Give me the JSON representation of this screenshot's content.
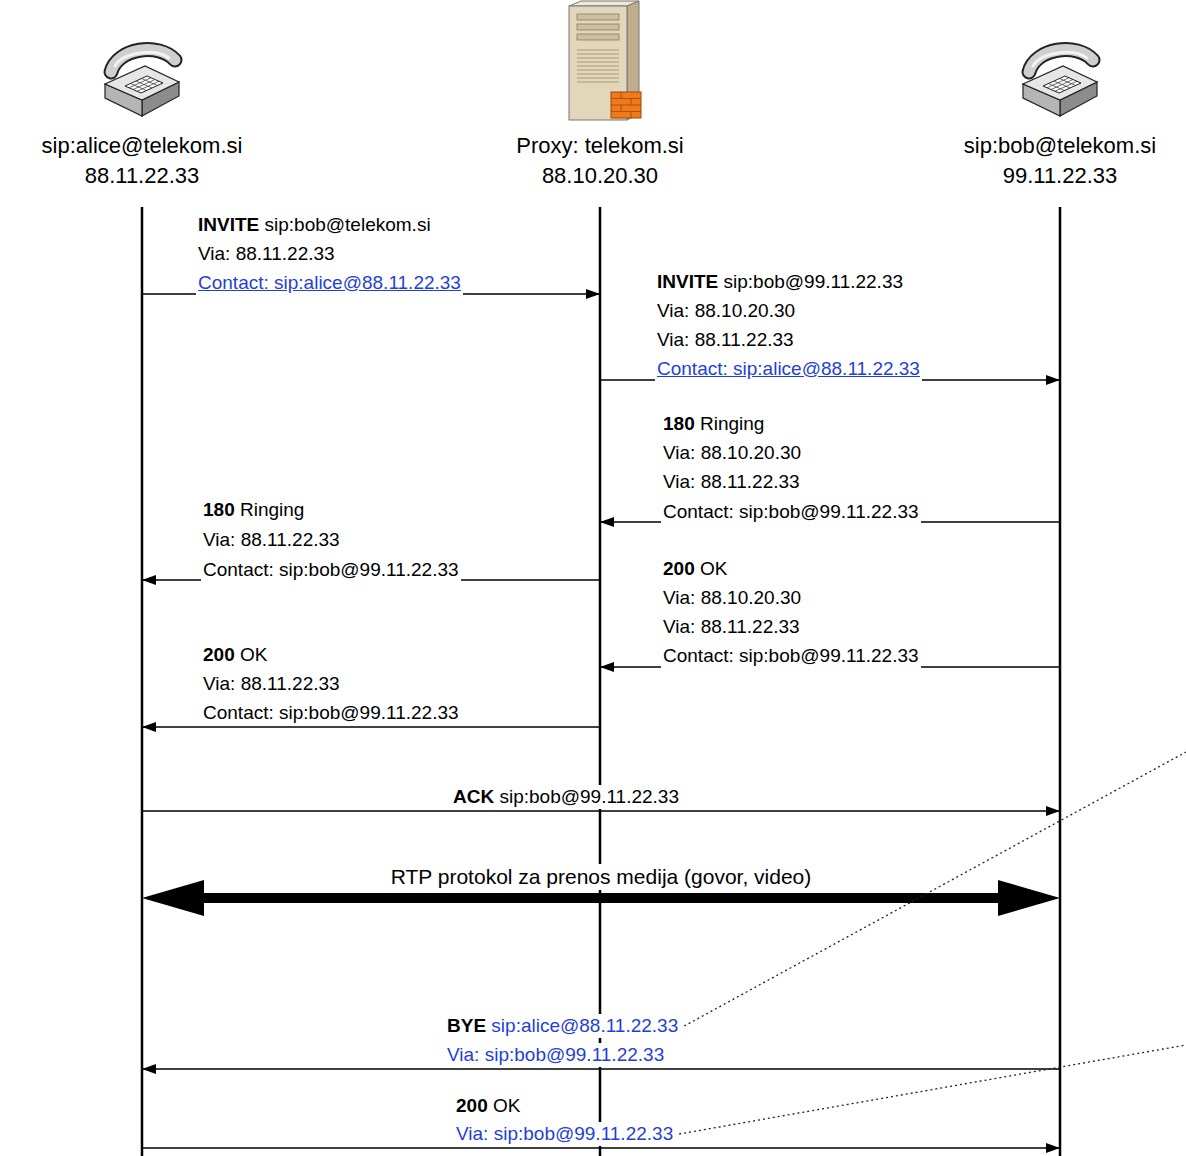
{
  "diagram": {
    "nodes": [
      {
        "text": [
          "sip:alice@telekom.si",
          "88.11.22.33"
        ]
      },
      {
        "text": [
          "Proxy: telekom.si",
          "88.10.20.30"
        ]
      },
      {
        "text": [
          "sip:bob@telekom.si",
          "99.11.22.33"
        ]
      }
    ],
    "edges": [
      {
        "from": 0,
        "to": 1,
        "arrow": "to"
      },
      {
        "from": 1,
        "to": 2,
        "arrow": "to"
      },
      {
        "from": 2,
        "to": 1,
        "arrow": "to"
      },
      {
        "from": 1,
        "to": 0,
        "arrow": "to"
      },
      {
        "from": 2,
        "to": 1,
        "arrow": "to"
      },
      {
        "from": 1,
        "to": 0,
        "arrow": "to"
      },
      {
        "from": 0,
        "to": 2,
        "arrow": "to"
      },
      {
        "from": 0,
        "to": 2,
        "arrow": "both",
        "label": "RTP protokol za prenos medija (govor, video)"
      },
      {
        "from": 2,
        "to": 0,
        "arrow": "to"
      },
      {
        "from": 0,
        "to": 2,
        "arrow": "to"
      }
    ],
    "labels": [
      "INVITE sip:bob@telekom.si",
      "Via: 88.11.22.33",
      "Contact: sip:alice@88.11.22.33",
      "INVITE sip:bob@99.11.22.33",
      "Via: 88.10.20.30",
      "Via: 88.11.22.33",
      "Contact: sip:alice@88.11.22.33",
      "180 Ringing",
      "Via: 88.10.20.30",
      "Via: 88.11.22.33",
      "Contact: sip:bob@99.11.22.33",
      "180 Ringing",
      "Via: 88.11.22.33",
      "Contact: sip:bob@99.11.22.33",
      "200 OK",
      "Via: 88.10.20.30",
      "Via: 88.11.22.33",
      "Contact: sip:bob@99.11.22.33",
      "200 OK",
      "Via: 88.11.22.33",
      "Contact: sip:bob@99.11.22.33",
      "ACK sip:bob@99.11.22.33",
      "BYE sip:alice@88.11.22.33",
      "Via: sip:bob@99.11.22.33",
      "200 OK",
      "Via: sip:bob@99.11.22.33"
    ]
  }
}
